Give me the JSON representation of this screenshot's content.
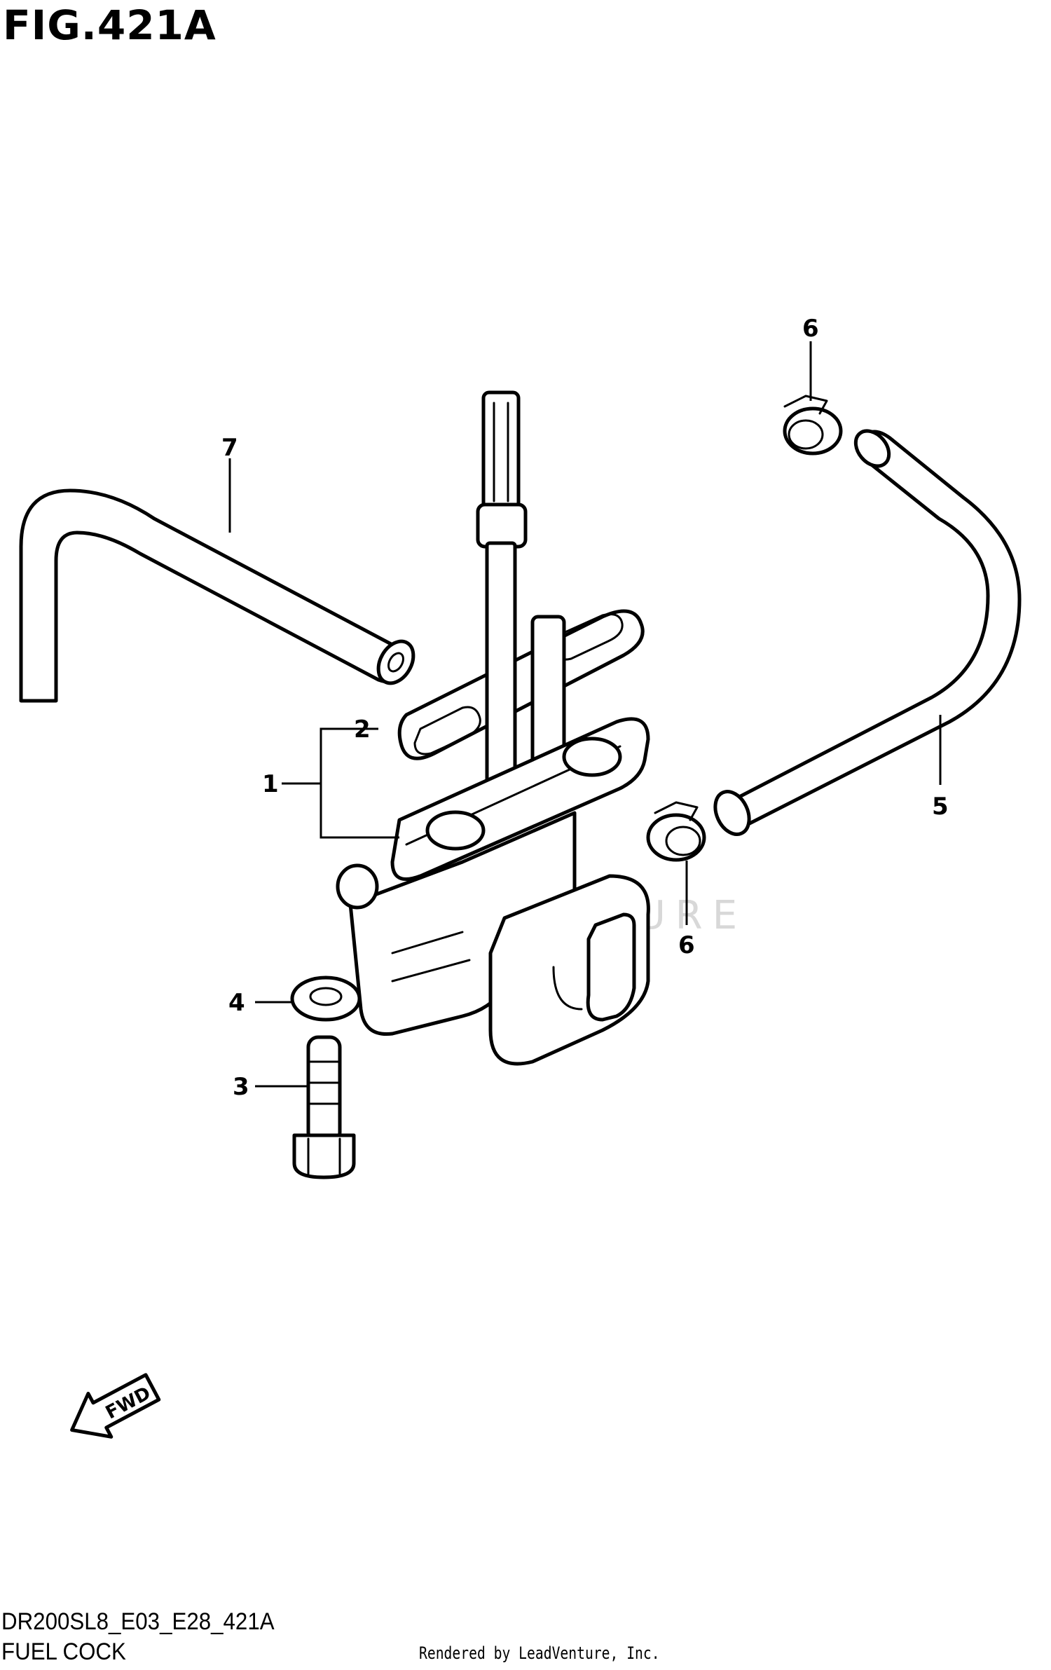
{
  "figure": {
    "title": "FIG.421A",
    "code": "DR200SL8_E03_E28_421A",
    "name": "FUEL COCK",
    "credit": "Rendered by LeadVenture, Inc.",
    "watermark": "LEADVENTURE"
  },
  "callouts": [
    {
      "id": "1",
      "label": "1"
    },
    {
      "id": "2",
      "label": "2"
    },
    {
      "id": "3",
      "label": "3"
    },
    {
      "id": "4",
      "label": "4"
    },
    {
      "id": "5",
      "label": "5"
    },
    {
      "id": "6a",
      "label": "6"
    },
    {
      "id": "6b",
      "label": "6"
    },
    {
      "id": "7",
      "label": "7"
    }
  ],
  "direction_arrow": {
    "label": "FWD"
  }
}
